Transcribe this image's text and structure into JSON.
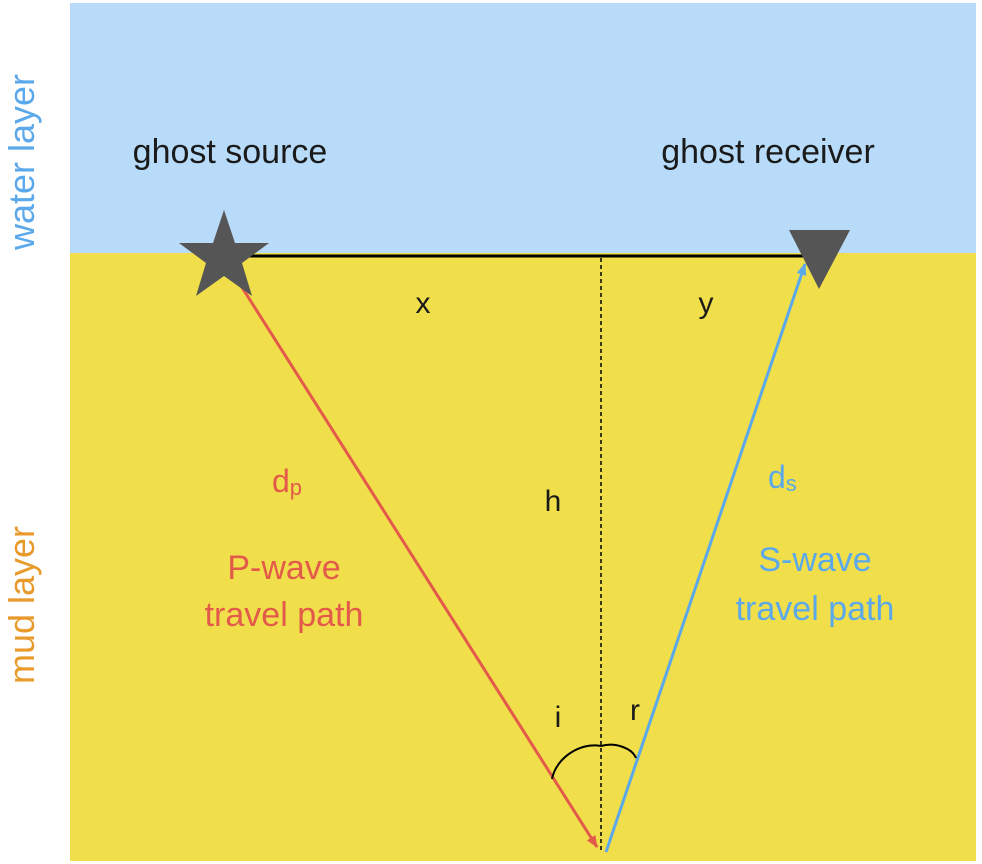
{
  "layers": {
    "water_label": "water layer",
    "mud_label": "mud layer"
  },
  "labels": {
    "source": "ghost source",
    "receiver": "ghost receiver",
    "x": "x",
    "y": "y",
    "h": "h",
    "i": "i",
    "r": "r"
  },
  "p_wave": {
    "distance_main": "d",
    "distance_sub": "p",
    "line1": "P-wave",
    "line2": "travel path"
  },
  "s_wave": {
    "distance_main": "d",
    "distance_sub": "s",
    "line1": "S-wave",
    "line2": "travel path"
  },
  "colors": {
    "water": "#b7dbf8",
    "mud": "#f0de4a",
    "p_wave": "#e35a4a",
    "s_wave": "#5ba8ea",
    "marker": "#555555"
  },
  "icons": {
    "source": "star-icon",
    "receiver": "triangle-down-icon"
  }
}
